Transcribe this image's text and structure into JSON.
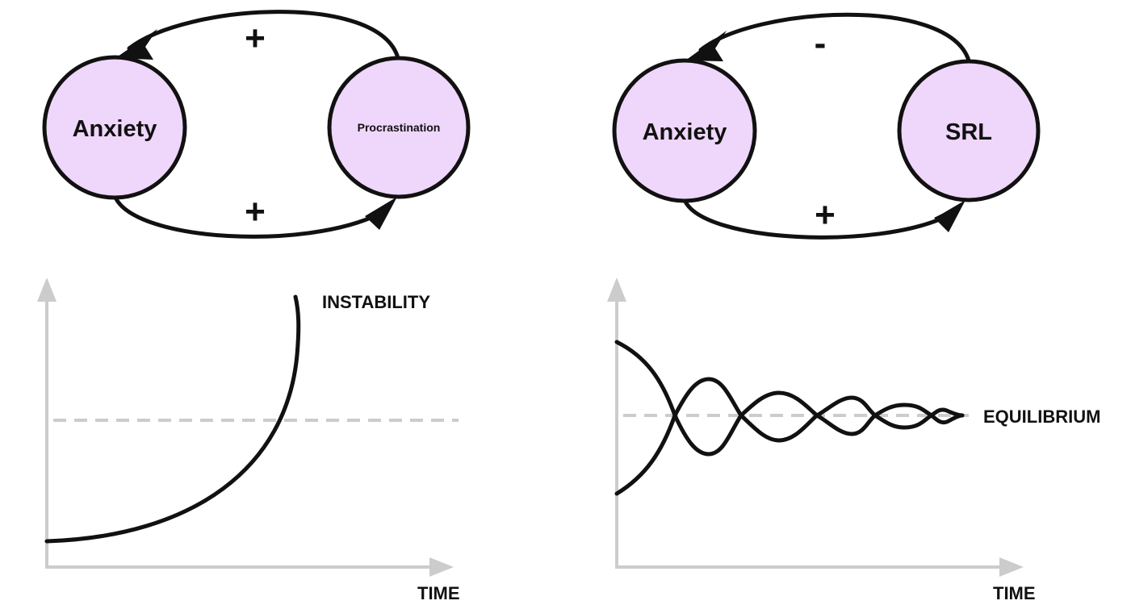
{
  "loops": [
    {
      "left_node": "Anxiety",
      "right_node": "Procrastination",
      "top_sign": "+",
      "bottom_sign": "+"
    },
    {
      "left_node": "Anxiety",
      "right_node": "SRL",
      "top_sign": "-",
      "bottom_sign": "+"
    }
  ],
  "graphs": [
    {
      "annotation": "INSTABILITY",
      "xlabel": "TIME",
      "pattern": "exponential growth crossing dashed reference line"
    },
    {
      "annotation": "EQUILIBRIUM",
      "xlabel": "TIME",
      "pattern": "damped oscillation converging to dashed reference line"
    }
  ],
  "colors": {
    "node_fill": "#efd6fb",
    "stroke": "#111111",
    "axis": "#cccccc"
  }
}
